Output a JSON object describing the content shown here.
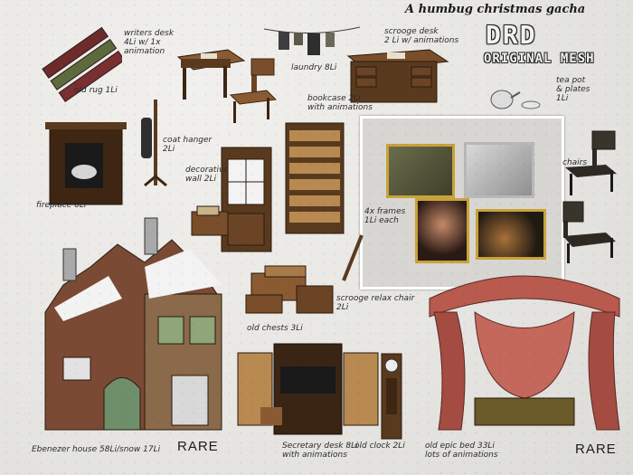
{
  "header": {
    "title": "A humbug christmas gacha",
    "brand_logo": "DRD",
    "brand_sub": "ORIGINAL MESH"
  },
  "labels": {
    "rugs": "old rug 1Li",
    "writers_desk": "writers desk\n4Li w/ 1x\nanimation",
    "laundry": "laundry 8Li",
    "scrooge_desk": "scrooge desk\n2 Li w/ animations",
    "teapot": "tea pot\n& plates\n1Li",
    "bookcase": "bookcase 2Li\nwith animations",
    "coat_hanger": "coat hanger\n2Li",
    "fireplace": "fireplace 6Li",
    "decorative_wall": "decorative\nwall 2Li",
    "frames": "4x frames\n1Li each",
    "chairs": "chairs",
    "scrooge_relax_chair": "scrooge relax chair\n2Li",
    "old_chests": "old chests 3Li",
    "ebenezer_house": "Ebenezer house 58Li/snow 17Li",
    "secretary_desk": "Secretary desk 8Li\nwith animations",
    "old_clock": "old clock 2Li",
    "old_epic_bed": "old epic bed 33Li\nlots of animations",
    "rare_left": "RARE",
    "rare_right": "RARE"
  },
  "colors": {
    "background": "#e9e8e5",
    "inset_border": "#ffffff",
    "gold_frame": "#c9a23a",
    "bed_drape": "#b85a4e"
  }
}
